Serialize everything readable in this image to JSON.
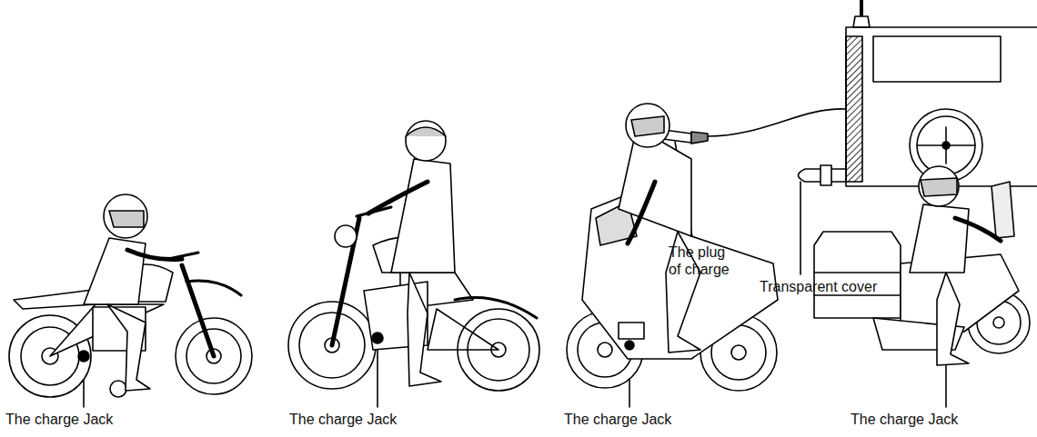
{
  "diagram": {
    "labels": [
      "The plug of charge",
      "Transparent cover",
      "The charge Jack",
      "The charge Jack",
      "The charge Jack",
      "The charge Jack"
    ]
  }
}
